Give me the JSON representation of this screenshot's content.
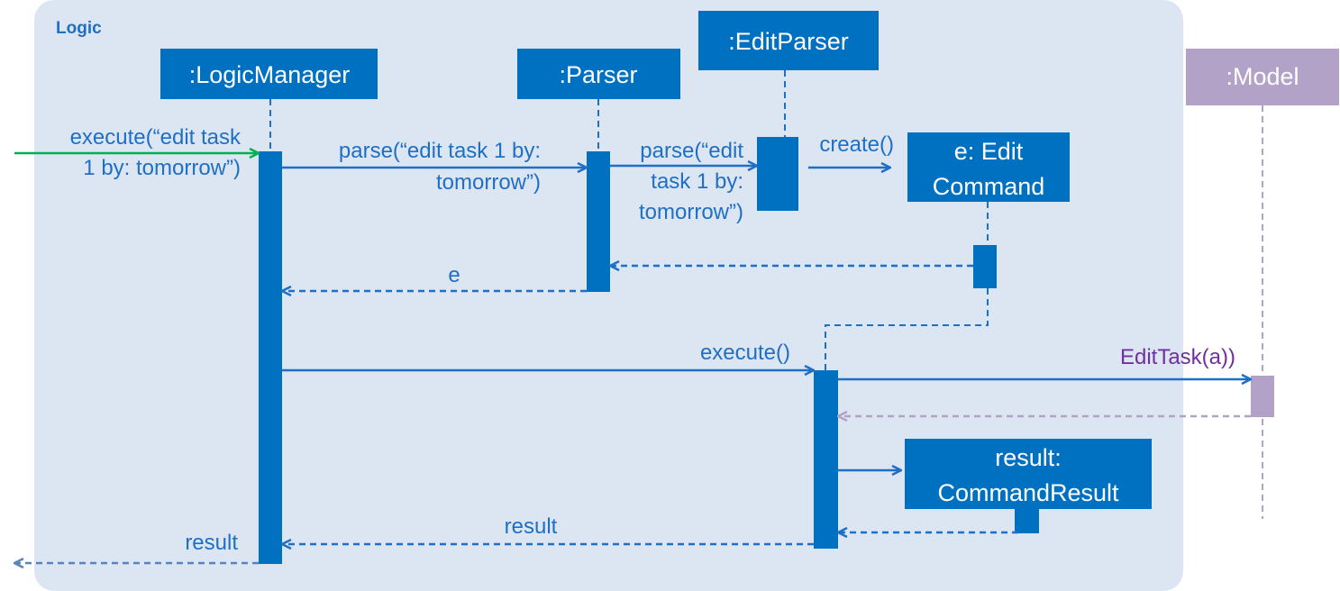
{
  "frame": {
    "title": "Logic"
  },
  "lifelines": {
    "logic_manager": ":LogicManager",
    "parser": ":Parser",
    "edit_parser": ":EditParser",
    "edit_command": [
      "e: Edit",
      "Command"
    ],
    "model": ":Model",
    "command_result": [
      "result:",
      "CommandResult"
    ]
  },
  "messages": {
    "execute_in": [
      "execute(“edit task",
      "1 by: tomorrow”)"
    ],
    "parse1": [
      "parse(“edit task 1 by:",
      "tomorrow”)"
    ],
    "parse2": [
      "parse(“edit",
      "task 1 by:",
      "tomorrow”)"
    ],
    "create": "create()",
    "return_e": "e",
    "execute": "execute()",
    "edit_task": "EditTask(a))",
    "result_inner": "result",
    "result_out": "result"
  },
  "colors": {
    "frame_bg": "#dce6f2",
    "primary": "#0070c0",
    "arrow": "#1f6fc4",
    "model": "#b3a2c7",
    "model_text": "#7030a0",
    "incoming": "#00b050",
    "outgoing": "#5a83b8"
  }
}
